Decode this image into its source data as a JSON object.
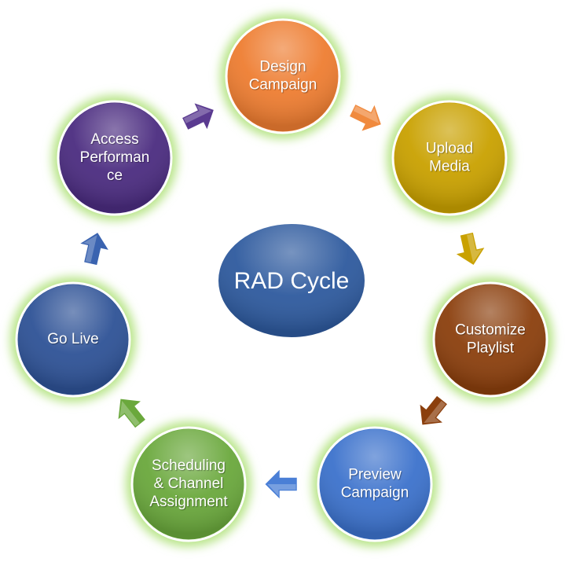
{
  "center": {
    "label": "RAD Cycle",
    "color": "#2e5a9e"
  },
  "steps": [
    {
      "lines": [
        "Design",
        "Campaign"
      ],
      "color": "#ee7d31",
      "arrow_color": "#f08a3e"
    },
    {
      "lines": [
        "Upload",
        "Media"
      ],
      "color": "#c9a100",
      "arrow_color": "#c9a100"
    },
    {
      "lines": [
        "Customize",
        "Playlist"
      ],
      "color": "#8b3f0d",
      "arrow_color": "#8b3f0d"
    },
    {
      "lines": [
        "Preview",
        "Campaign"
      ],
      "color": "#3c72cc",
      "arrow_color": "#4a7fd6"
    },
    {
      "lines": [
        "Scheduling",
        "& Channel",
        "Assignment"
      ],
      "color": "#6aa83c",
      "arrow_color": "#6aa83c"
    },
    {
      "lines": [
        "Go Live"
      ],
      "color": "#2e5296",
      "arrow_color": "#3a63b0"
    },
    {
      "lines": [
        "Access",
        "Performan",
        "ce"
      ],
      "color": "#4b2c80",
      "arrow_color": "#5a3a90"
    }
  ],
  "glow_color": "#b9e58a"
}
